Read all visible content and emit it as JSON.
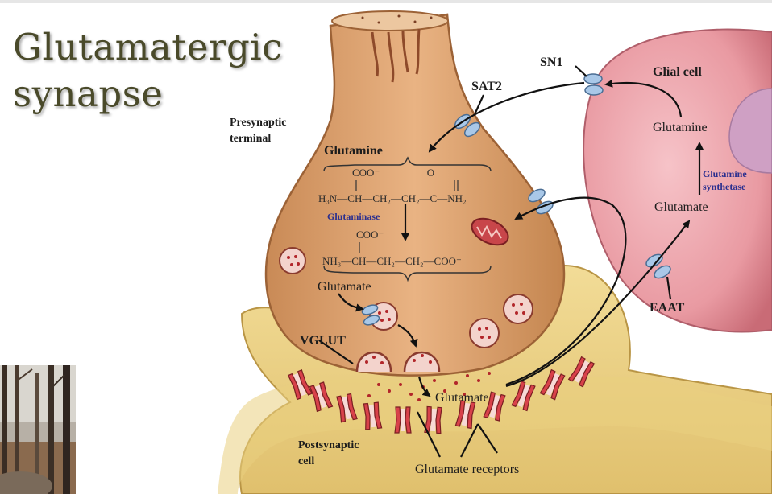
{
  "title": {
    "line1": "Glutamatergic",
    "line2": "synapse"
  },
  "labels": {
    "presynaptic": [
      "Presynaptic",
      "terminal"
    ],
    "glial_cell": "Glial cell",
    "sn1": "SN1",
    "sat2": "SAT2",
    "glutamine_glial": "Glutamine",
    "glutamine_synthetase": [
      "Glutamine",
      "synthetase"
    ],
    "glutamate_glial": "Glutamate",
    "eaat": "EAAT",
    "glutamine_pre": "Glutamine",
    "glutaminase": "Glutaminase",
    "glutamate_pre": "Glutamate",
    "vglut": "VGLUT",
    "glutamate_cleft": "Glutamate",
    "postsynaptic": [
      "Postsynaptic",
      "cell"
    ],
    "glutamate_receptors": "Glutamate receptors"
  },
  "chemistry": {
    "glutamine_row1": "COO⁻                  O",
    "glutamine_row3": "H₃N—CH—CH₂—CH₂—C—NH₂",
    "glutamate_row1": "COO⁻",
    "glutamate_row3": "NH₃—CH—CH₂—CH₂—COO⁻"
  }
}
